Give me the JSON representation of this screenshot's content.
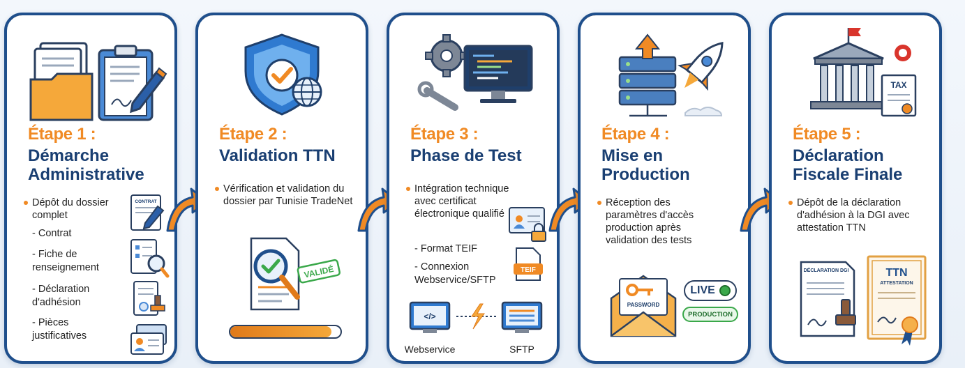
{
  "colors": {
    "accent": "#f08a24",
    "primary": "#1a3f72",
    "border": "#1f4f8c",
    "success": "#3aa84a"
  },
  "steps": [
    {
      "label": "Étape 1 :",
      "title": "Démarche Administrative",
      "bullet": "Dépôt du dossier complet",
      "subitems": [
        "- Contrat",
        "- Fiche de renseignement",
        "- Déclaration d'adhésion",
        "- Pièces justificatives"
      ],
      "icon_labels": {
        "contract": "CONTRAT"
      }
    },
    {
      "label": "Étape 2 :",
      "title": "Validation TTN",
      "bullet": "Vérification et validation du dossier par Tunisie TradeNet",
      "stamp": "VALIDÉ",
      "progress": 0.92
    },
    {
      "label": "Étape 3 :",
      "title": "Phase de Test",
      "bullet": "Intégration technique avec certificat électronique qualifié",
      "subitems": [
        "- Format TEIF",
        "- Connexion Webservice/SFTP"
      ],
      "icon_labels": {
        "teif": "TEIF",
        "webservice": "Webservice",
        "sftp": "SFTP"
      }
    },
    {
      "label": "Étape 4 :",
      "title": "Mise en Production",
      "bullet": "Réception des paramètres d'accès production après validation des tests",
      "icon_labels": {
        "password": "PASSWORD",
        "live": "LIVE",
        "production": "PRODUCTION"
      }
    },
    {
      "label": "Étape 5 :",
      "title": "Déclaration Fiscale Finale",
      "bullet": "Dépôt de la déclaration d'adhésion à la DGI avec attestation TTN",
      "icon_labels": {
        "tax": "TAX",
        "declaration": "DÉCLARATION DGI",
        "ttn": "TTN",
        "attestation": "ATTESTATION"
      }
    }
  ]
}
